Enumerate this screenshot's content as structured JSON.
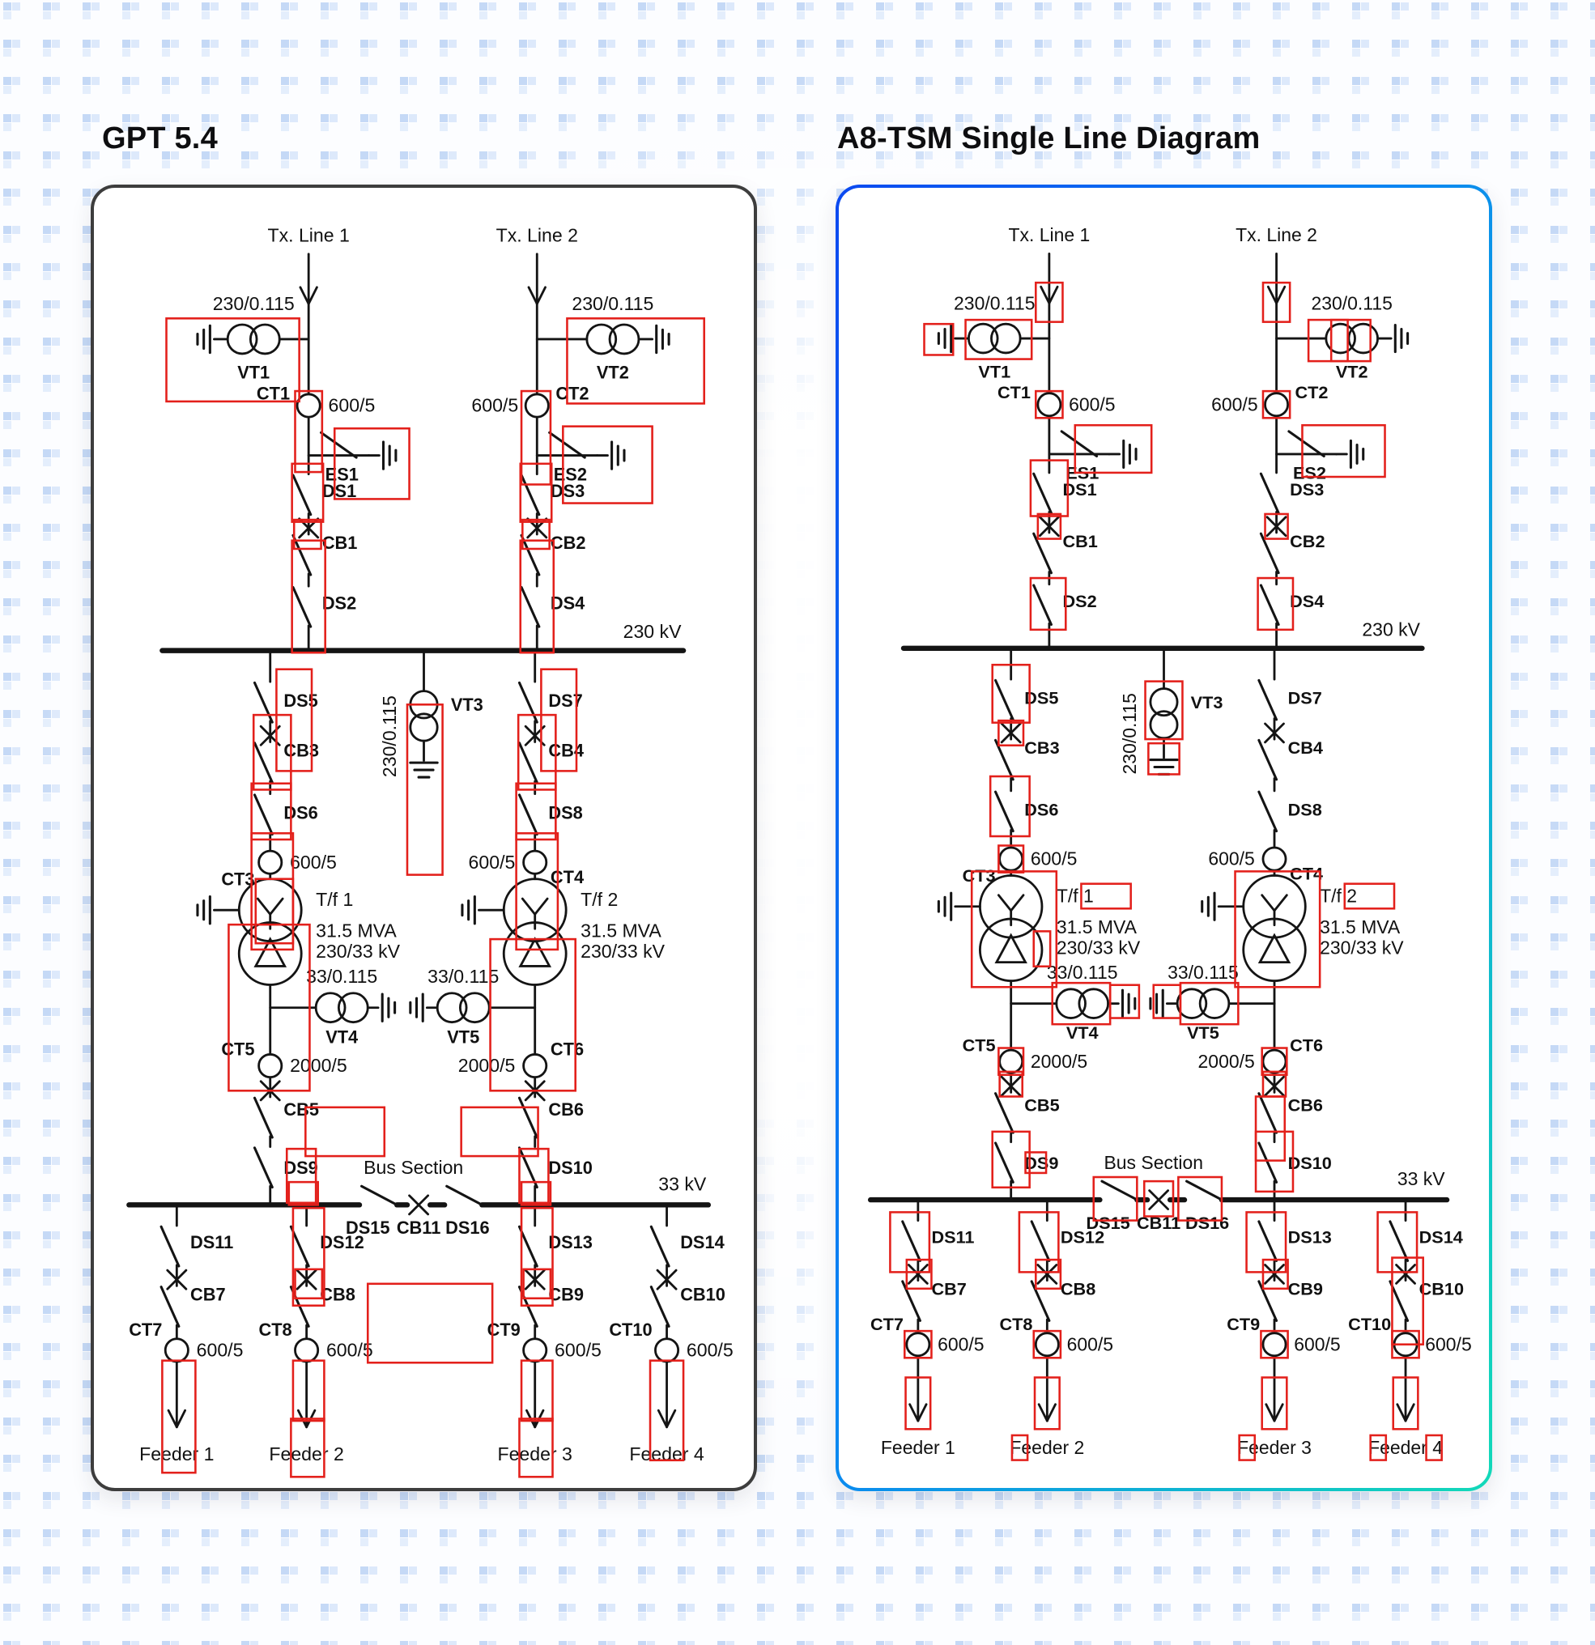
{
  "titles": {
    "left": "GPT 5.4",
    "right": "A8-TSM Single Line Diagram"
  },
  "colors": {
    "detection_box": "#e3201b",
    "left_panel_border": "#3d3d3d",
    "right_panel_border_start": "#0b49f0",
    "right_panel_border_end": "#12d9b8",
    "diagram_line": "#141414",
    "background_dot": "#c5d9f6"
  },
  "diagram": {
    "tx_lines": [
      "Tx. Line 1",
      "Tx. Line 2"
    ],
    "hv_bus_label": "230 kV",
    "lv_bus_label": "33 kV",
    "bus_section_label": "Bus Section",
    "vt_hv_ratio": "230/0.115",
    "vt_lv_ratio": "33/0.115",
    "ct_line_ratio": "600/5",
    "ct_transformer_ratio": "2000/5",
    "transformers": {
      "tf1": "T/f 1",
      "tf2": "T/f 2",
      "rating": "31.5 MVA",
      "voltage": "230/33 kV"
    },
    "vt": [
      "VT1",
      "VT2",
      "VT3",
      "VT4",
      "VT5"
    ],
    "ct": [
      "CT1",
      "CT2",
      "CT3",
      "CT4",
      "CT5",
      "CT6",
      "CT7",
      "CT8",
      "CT9",
      "CT10"
    ],
    "es": [
      "ES1",
      "ES2"
    ],
    "ds": [
      "DS1",
      "DS2",
      "DS3",
      "DS4",
      "DS5",
      "DS6",
      "DS7",
      "DS8",
      "DS9",
      "DS10",
      "DS11",
      "DS12",
      "DS13",
      "DS14",
      "DS15",
      "DS16"
    ],
    "cb": [
      "CB1",
      "CB2",
      "CB3",
      "CB4",
      "CB5",
      "CB6",
      "CB7",
      "CB8",
      "CB9",
      "CB10",
      "CB11"
    ],
    "feeders": [
      "Feeder 1",
      "Feeder 2",
      "Feeder 3",
      "Feeder 4"
    ]
  }
}
